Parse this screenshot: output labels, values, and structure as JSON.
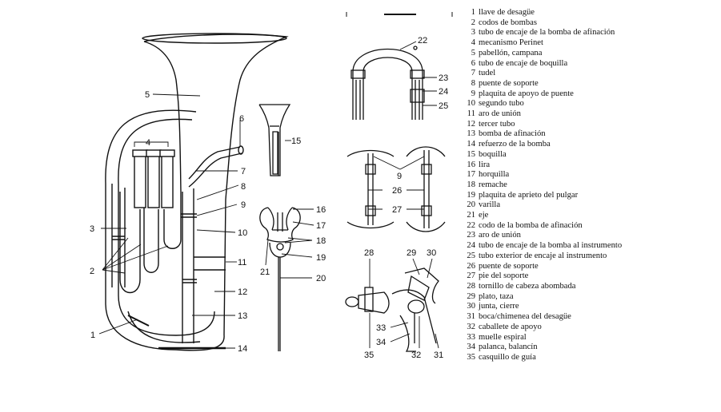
{
  "diagram_labels": [
    {
      "id": "1",
      "text": "1"
    },
    {
      "id": "2",
      "text": "2"
    },
    {
      "id": "3",
      "text": "3"
    },
    {
      "id": "4",
      "text": "4"
    },
    {
      "id": "5",
      "text": "5"
    },
    {
      "id": "6",
      "text": "6"
    },
    {
      "id": "7",
      "text": "7"
    },
    {
      "id": "8",
      "text": "8"
    },
    {
      "id": "9a",
      "text": "9"
    },
    {
      "id": "10",
      "text": "10"
    },
    {
      "id": "11",
      "text": "11"
    },
    {
      "id": "12",
      "text": "12"
    },
    {
      "id": "13",
      "text": "13"
    },
    {
      "id": "14",
      "text": "14"
    },
    {
      "id": "15",
      "text": "15"
    },
    {
      "id": "16",
      "text": "16"
    },
    {
      "id": "17",
      "text": "17"
    },
    {
      "id": "18",
      "text": "18"
    },
    {
      "id": "19",
      "text": "19"
    },
    {
      "id": "20",
      "text": "20"
    },
    {
      "id": "21",
      "text": "21"
    },
    {
      "id": "22",
      "text": "22"
    },
    {
      "id": "23",
      "text": "23"
    },
    {
      "id": "24",
      "text": "24"
    },
    {
      "id": "25",
      "text": "25"
    },
    {
      "id": "9b",
      "text": "9"
    },
    {
      "id": "26",
      "text": "26"
    },
    {
      "id": "27",
      "text": "27"
    },
    {
      "id": "28",
      "text": "28"
    },
    {
      "id": "29",
      "text": "29"
    },
    {
      "id": "30",
      "text": "30"
    },
    {
      "id": "33",
      "text": "33"
    },
    {
      "id": "34",
      "text": "34"
    },
    {
      "id": "35",
      "text": "35"
    },
    {
      "id": "32",
      "text": "32"
    },
    {
      "id": "31",
      "text": "31"
    }
  ],
  "legend": [
    {
      "num": "1",
      "text": "llave de desagüe"
    },
    {
      "num": "2",
      "text": "codos de bombas"
    },
    {
      "num": "3",
      "text": "tubo de encaje de la bomba de afinación"
    },
    {
      "num": "4",
      "text": "mecanismo Perinet"
    },
    {
      "num": "5",
      "text": "pabellón, campana"
    },
    {
      "num": "6",
      "text": "tubo de encaje de boquilla"
    },
    {
      "num": "7",
      "text": "tudel"
    },
    {
      "num": "8",
      "text": "puente de soporte"
    },
    {
      "num": "9",
      "text": "plaquita de apoyo de puente"
    },
    {
      "num": "10",
      "text": "segundo tubo"
    },
    {
      "num": "11",
      "text": "aro de unión"
    },
    {
      "num": "12",
      "text": "tercer tubo"
    },
    {
      "num": "13",
      "text": "bomba de afinación"
    },
    {
      "num": "14",
      "text": "refuerzo de la bomba"
    },
    {
      "num": "15",
      "text": "boquilla"
    },
    {
      "num": "16",
      "text": "lira"
    },
    {
      "num": "17",
      "text": "horquilla"
    },
    {
      "num": "18",
      "text": "remache"
    },
    {
      "num": "19",
      "text": "plaquita de aprieto del pulgar"
    },
    {
      "num": "20",
      "text": "varilla"
    },
    {
      "num": "21",
      "text": "eje"
    },
    {
      "num": "22",
      "text": "codo de la bomba de afinación"
    },
    {
      "num": "23",
      "text": "aro de unión"
    },
    {
      "num": "24",
      "text": "tubo de encaje de la bomba al instrumento"
    },
    {
      "num": "25",
      "text": "tubo exterior de encaje al instrumento"
    },
    {
      "num": "26",
      "text": "puente de soporte"
    },
    {
      "num": "27",
      "text": "pie del soporte"
    },
    {
      "num": "28",
      "text": "tornillo de cabeza abombada"
    },
    {
      "num": "29",
      "text": "plato, taza"
    },
    {
      "num": "30",
      "text": "junta, cierre"
    },
    {
      "num": "31",
      "text": "boca/chimenea del desagüe"
    },
    {
      "num": "32",
      "text": "caballete de apoyo"
    },
    {
      "num": "33",
      "text": "muelle espiral"
    },
    {
      "num": "34",
      "text": "palanca, balancín"
    },
    {
      "num": "35",
      "text": "casquillo de guía"
    }
  ]
}
